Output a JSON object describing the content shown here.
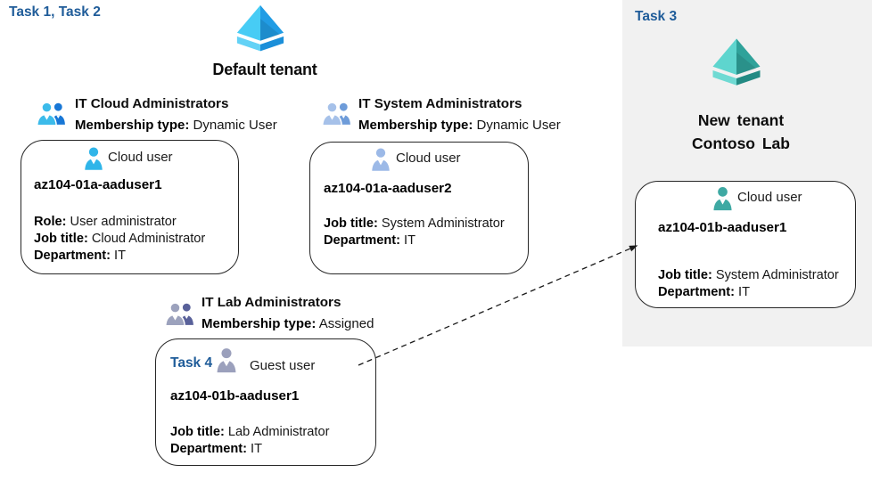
{
  "labels": {
    "task12": "Task 1, Task 2",
    "task3": "Task 3",
    "task4": "Task 4"
  },
  "default_tenant": {
    "title": "Default tenant"
  },
  "new_tenant": {
    "line1": "New tenant",
    "line2": "Contoso Lab"
  },
  "groups": [
    {
      "name": "IT Cloud Administrators",
      "membership_label": "Membership type:",
      "membership_value": "Dynamic User"
    },
    {
      "name": "IT System Administrators",
      "membership_label": "Membership type:",
      "membership_value": "Dynamic User"
    },
    {
      "name": "IT Lab Administrators",
      "membership_label": "Membership type:",
      "membership_value": "Assigned"
    }
  ],
  "users": [
    {
      "type": "Cloud user",
      "name": "az104-01a-aaduser1",
      "fields": [
        {
          "label": "Role:",
          "value": "User administrator"
        },
        {
          "label": "Job title:",
          "value": "Cloud Administrator"
        },
        {
          "label": "Department:",
          "value": "IT"
        }
      ]
    },
    {
      "type": "Cloud user",
      "name": "az104-01a-aaduser2",
      "fields": [
        {
          "label": "Job title:",
          "value": "System Administrator"
        },
        {
          "label": "Department:",
          "value": "IT"
        }
      ]
    },
    {
      "type": "Guest user",
      "name": "az104-01b-aaduser1",
      "fields": [
        {
          "label": "Job title:",
          "value": "Lab Administrator"
        },
        {
          "label": "Department:",
          "value": "IT"
        }
      ]
    },
    {
      "type": "Cloud user",
      "name": "az104-01b-aaduser1",
      "fields": [
        {
          "label": "Job title:",
          "value": "System Administrator"
        },
        {
          "label": "Department:",
          "value": "IT"
        }
      ]
    }
  ],
  "colors": {
    "task_label_blue": "#1f5c99",
    "panel_bg": "#f1f1f1",
    "box_border": "#262626",
    "arrow": "#1a1a1a",
    "tenant_blue_left": "#47ccf5",
    "tenant_blue_right": "#219ce4",
    "tenant_blue_ribbon_left": "#63d2f6",
    "tenant_blue_ribbon_right": "#1b8fd9",
    "tenant_teal_left": "#5ed5ce",
    "tenant_teal_right": "#2fa29a",
    "tenant_teal_ribbon_left": "#6fdad3",
    "tenant_teal_ribbon_right": "#238a83",
    "cloud_user_blue": "#2fb5e9",
    "cloud_user_steel": "#9cb9e7",
    "guest_user_gray": "#9ba0bc",
    "cloud_user_teal": "#3ea9a3",
    "group_cloud_front": "#3cbbea",
    "group_cloud_back": "#1877d6",
    "group_system_front": "#a6c1e9",
    "group_system_back": "#6e9cd9",
    "group_lab_front": "#9ca2bd",
    "group_lab_back": "#59619a"
  }
}
